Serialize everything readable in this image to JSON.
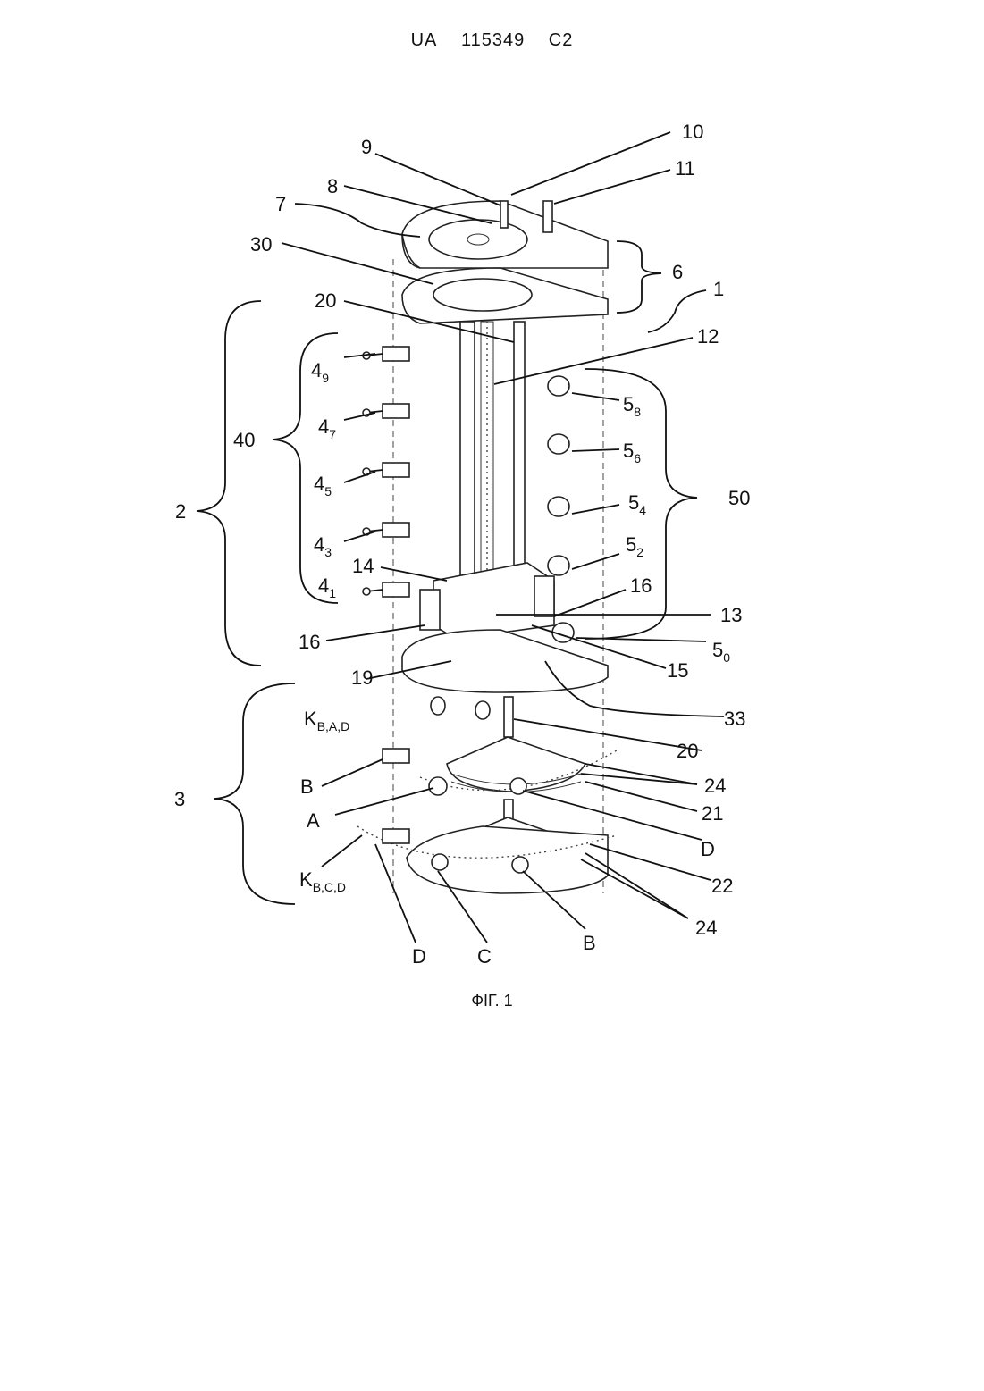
{
  "header": {
    "country": "UA",
    "number": "115349",
    "kind": "C2"
  },
  "figure": {
    "caption": "ФІГ. 1",
    "labels": {
      "l1": "1",
      "l2": "2",
      "l3": "3",
      "l6": "6",
      "l7": "7",
      "l8": "8",
      "l9": "9",
      "l10": "10",
      "l11": "11",
      "l12": "12",
      "l13": "13",
      "l14": "14",
      "l15": "15",
      "l16a": "16",
      "l16b": "16",
      "l19": "19",
      "l20a": "20",
      "l20b": "20",
      "l21": "21",
      "l22": "22",
      "l24a": "24",
      "l24b": "24",
      "l30": "30",
      "l33": "33",
      "l40": "40",
      "l50": "50",
      "c4_9": {
        "base": "4",
        "sub": "9"
      },
      "c4_7": {
        "base": "4",
        "sub": "7"
      },
      "c4_5": {
        "base": "4",
        "sub": "5"
      },
      "c4_3": {
        "base": "4",
        "sub": "3"
      },
      "c4_1": {
        "base": "4",
        "sub": "1"
      },
      "c5_8": {
        "base": "5",
        "sub": "8"
      },
      "c5_6": {
        "base": "5",
        "sub": "6"
      },
      "c5_4": {
        "base": "5",
        "sub": "4"
      },
      "c5_2": {
        "base": "5",
        "sub": "2"
      },
      "c5_0": {
        "base": "5",
        "sub": "0"
      },
      "kbad": {
        "base": "K",
        "sub": "B,A,D"
      },
      "kbcd": {
        "base": "K",
        "sub": "B,C,D"
      },
      "B1": "B",
      "A1": "A",
      "D1": "D",
      "D2": "D",
      "C1": "C",
      "B2": "B"
    }
  }
}
